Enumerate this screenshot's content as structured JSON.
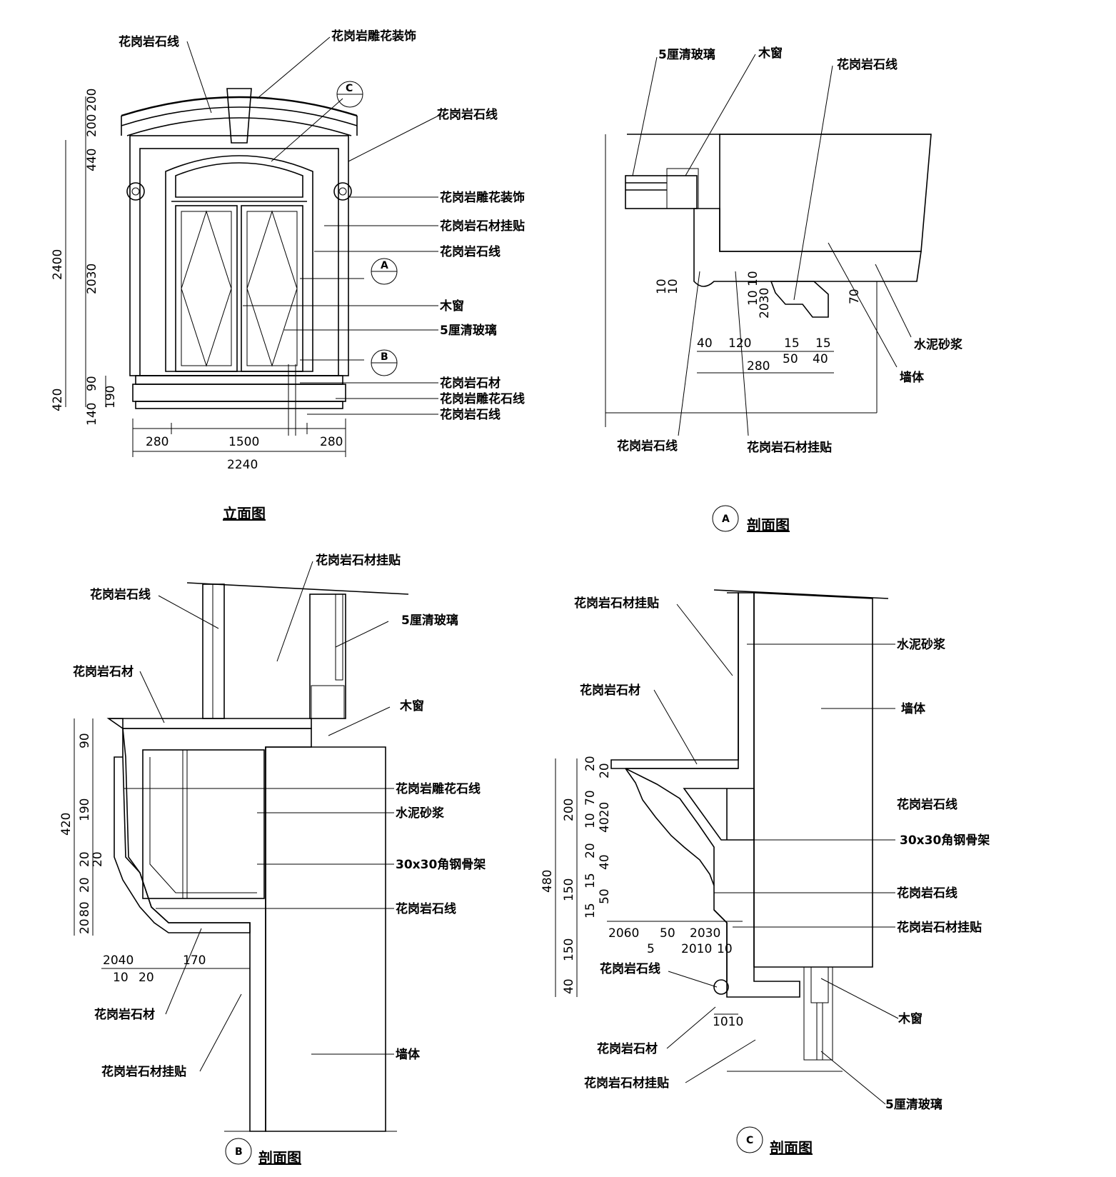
{
  "materials": {
    "granite_line": "花岗岩石线",
    "granite_carved_deco": "花岗岩雕花装饰",
    "granite_hang": "花岗岩石材挂贴",
    "granite": "花岗岩石材",
    "granite_carved_line": "花岗岩雕花石线",
    "wood_window": "木窗",
    "glass": "5厘清玻璃",
    "mortar": "水泥砂浆",
    "wall": "墙体",
    "steel": "30x30角钢骨架"
  },
  "titles": {
    "elevation": "立面图",
    "section": "剖面图"
  },
  "section_marks": {
    "a": "A",
    "b": "B",
    "c": "C"
  },
  "elevation_dims": {
    "v200a": "200",
    "v200b": "200",
    "v440": "440",
    "v2400": "2400",
    "v2030": "2030",
    "v420": "420",
    "v90": "90",
    "v140": "140",
    "v190": "190",
    "h280a": "280",
    "h1500": "1500",
    "h280b": "280",
    "h2240": "2240"
  },
  "section_a_dims": {
    "v10a": "10",
    "v10b": "10",
    "v1010": "10 10",
    "v2030": "2030",
    "v70": "70",
    "h40": "40",
    "h120": "120",
    "h15a": "15",
    "h15b": "15",
    "h280": "280",
    "h50": "50",
    "h40b": "40"
  },
  "section_b_dims": {
    "v90": "90",
    "v420": "420",
    "v190": "190",
    "v20a": "20",
    "v20b": "20",
    "v20c": "20",
    "v80": "80",
    "v20d": "20",
    "h2040": "2040",
    "h170": "170",
    "h10": "10",
    "h20": "20"
  },
  "section_c_dims": {
    "v20a": "20",
    "v20b": "20",
    "v200": "200",
    "v70": "70",
    "v10": "10",
    "v4020": "4020",
    "v480": "480",
    "v20c": "20",
    "v40": "40",
    "v150a": "150",
    "v15a": "15",
    "v50": "50",
    "v15b": "15",
    "v150b": "150",
    "v40b": "40",
    "h2060": "2060",
    "h50": "50",
    "h2030": "2030",
    "h5": "5",
    "h2010": "2010",
    "h10": "10",
    "h1010": "1010"
  }
}
